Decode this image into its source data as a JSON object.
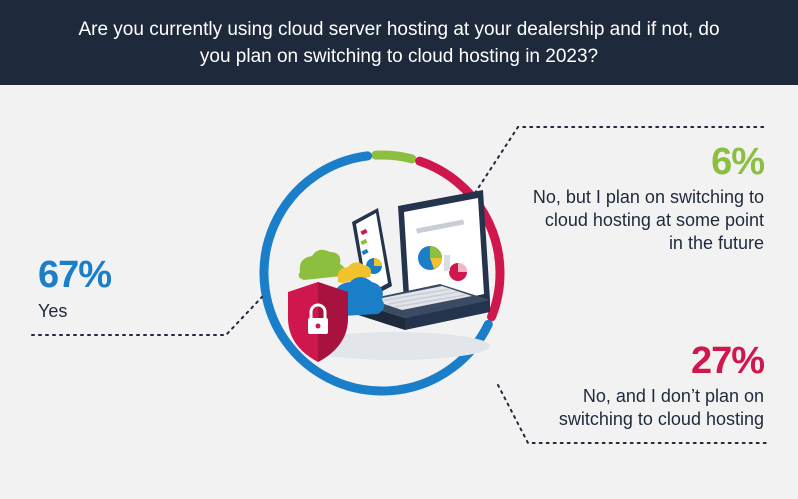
{
  "header": {
    "title": "Are you currently using cloud server hosting at your dealership and if not, do you plan on switching to cloud hosting in 2023?"
  },
  "colors": {
    "header_bg": "#1e2a3b",
    "background": "#f2f2f2",
    "yes": "#1a7ec8",
    "plan": "#8cbf3f",
    "no": "#d0174d",
    "text": "#1e2a3b"
  },
  "chart_data": {
    "type": "pie",
    "title": "Are you currently using cloud server hosting at your dealership and if not, do you plan on switching to cloud hosting in 2023?",
    "series": [
      {
        "label": "Yes",
        "value": 67,
        "display": "67%",
        "color": "#1a7ec8"
      },
      {
        "label": "No, but I plan on switching to cloud hosting at some point in the future",
        "value": 6,
        "display": "6%",
        "color": "#8cbf3f"
      },
      {
        "label": "No, and I don’t plan on switching to cloud hosting",
        "value": 27,
        "display": "27%",
        "color": "#d0174d"
      }
    ]
  },
  "labels": {
    "yes": {
      "value": "67%",
      "line1": "Yes"
    },
    "plan": {
      "value": "6%",
      "line1": "No, but I plan on switching to",
      "line2": "cloud hosting at some point",
      "line3": "in the future"
    },
    "no": {
      "value": "27%",
      "line1": "No, and I don’t plan on",
      "line2": "switching to cloud hosting"
    }
  },
  "illustration": {
    "name": "laptop-cloud-security-illustration"
  }
}
